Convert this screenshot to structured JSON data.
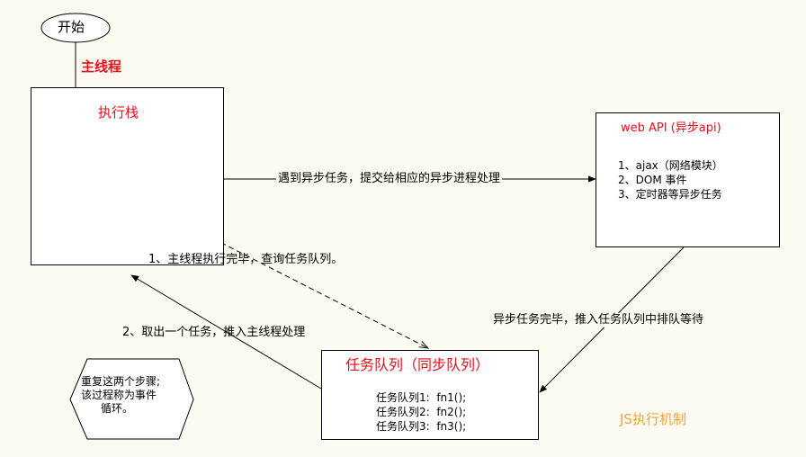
{
  "start": "开始",
  "main_thread": "主线程",
  "call_stack": {
    "title": "执行栈"
  },
  "web_api": {
    "title": "web API (异步api)",
    "items": [
      "1、ajax（网络模块）",
      "2、DOM 事件",
      "3、定时器等异步任务"
    ]
  },
  "task_queue": {
    "title": "任务队列（同步队列）",
    "rows": [
      {
        "label": "任务队列1:",
        "fn": "fn1();"
      },
      {
        "label": "任务队列2:",
        "fn": "fn2();"
      },
      {
        "label": "任务队列3:",
        "fn": "fn3();"
      }
    ]
  },
  "arrows": {
    "to_api": "遇到异步任务，提交给相应的异步进程处理",
    "api_done": "异步任务完毕，推入任务队列中排队等待",
    "step1": "1、主线程执行完毕，查询任务队列。",
    "step2": "2、取出一个任务，推入主线程处理"
  },
  "loop_note": [
    "重复这两个步骤;",
    "该过程称为事件",
    "循环。"
  ],
  "caption": "JS执行机制",
  "colors": {
    "background": "#FCFBF1",
    "red": "#E8101A",
    "orange": "#F0A23A"
  }
}
